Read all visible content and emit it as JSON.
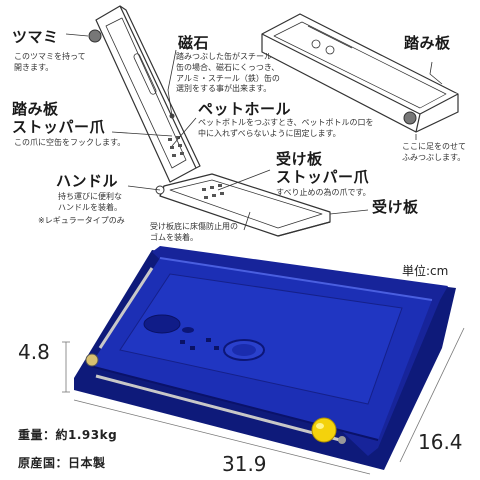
{
  "labels": {
    "knob": {
      "title": "ツマミ",
      "desc": "このツマミを持って\n開きます。"
    },
    "magnet": {
      "title": "磁石",
      "desc": "踏みつぶした缶がスチール\n缶の場合、磁石にくっつき、\nアルミ・スチール（鉄）缶の\n選別をする事が出来ます。"
    },
    "pet_hole": {
      "title": "ペットホール",
      "desc": "ペットボトルをつぶすとき、ペットボトルの口を\n中に入れずべらないように固定します。"
    },
    "step_stopper": {
      "title": "踏み板\nストッパー爪",
      "desc": "この爪に空缶をフックします。"
    },
    "receive_stopper": {
      "title": "受け板\nストッパー爪",
      "desc": "すべり止めの為の爪です。"
    },
    "handle": {
      "title": "ハンドル",
      "desc": "持ち運びに便利な\nハンドルを装着。"
    },
    "handle_note": "※レギュラータイプのみ",
    "receive_plate": {
      "title": "受け板"
    },
    "receive_note": "受け板底に床傷防止用の\nゴムを装着。",
    "step_plate": {
      "title": "踏み板"
    },
    "step_note": "ここに足をのせて\nふみつぶします。"
  },
  "dimensions": {
    "unit": "単位:cm",
    "height": "4.8",
    "length": "31.9",
    "width": "16.4"
  },
  "specs": {
    "weight": "重量：約1.93kg",
    "origin": "原産国：日本製"
  },
  "colors": {
    "body_blue": "#1c2fb5",
    "knob_yellow": "#f4d20c"
  }
}
